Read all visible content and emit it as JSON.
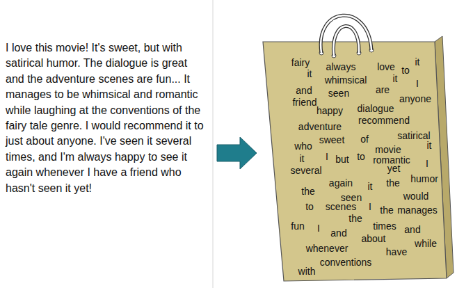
{
  "diagram": {
    "nodes": [
      {
        "text": [
          "fairy",
          "always",
          "love",
          "to",
          "it",
          "it",
          "whimsical",
          "it",
          "I",
          "and",
          "seen",
          "are",
          "anyone",
          "friend",
          "happy",
          "dialogue",
          "adventure",
          "recommend",
          "who",
          "sweet",
          "of",
          "satirical",
          "it",
          "I",
          "but",
          "to",
          "movie",
          "it",
          "romantic",
          "I",
          "several",
          "yet",
          "humor",
          "again",
          "it",
          "the",
          "the",
          "seen",
          "would",
          "to",
          "scenes",
          "I",
          "the",
          "manages",
          "the",
          "fun",
          "I",
          "times",
          "and",
          "and",
          "about",
          "while",
          "whenever",
          "have",
          "conventions",
          "with"
        ]
      }
    ],
    "labels": [
      "I love this movie! It's sweet, but with satirical humor. The dialogue is great and the adventure scenes are fun... It manages to be whimsical and romantic while laughing at the conventions of the fairy tale genre. I would recommend it to just about anyone. I've seen it several times, and I'm always happy to see it again whenever I have a friend who hasn't seen it yet!"
    ]
  }
}
